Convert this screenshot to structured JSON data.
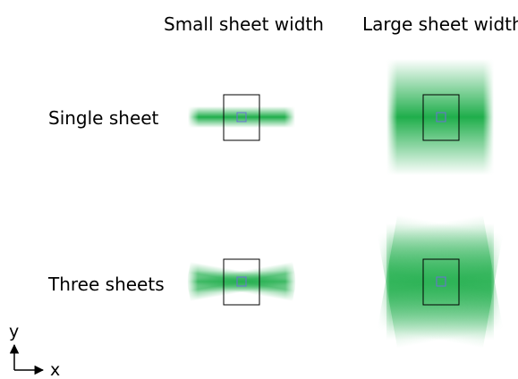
{
  "columns": [
    {
      "label": "Small sheet width"
    },
    {
      "label": "Large sheet width"
    }
  ],
  "rows": [
    {
      "label": "Single sheet"
    },
    {
      "label": "Three sheets"
    }
  ],
  "axes": {
    "y_label": "y",
    "x_label": "x"
  },
  "colors": {
    "sheet": "#1fae4b",
    "outer_box": "#000000",
    "inner_box": "#6a6fd8"
  }
}
